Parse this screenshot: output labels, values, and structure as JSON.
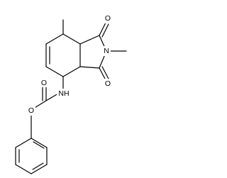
{
  "molecule": {
    "atoms": {
      "carbonyl_oxygen_top": "O",
      "imide_nitrogen": "N",
      "carbonyl_oxygen_bottom": "O",
      "carbamate_nitrogen": "NH",
      "carbamate_carbonyl_oxygen": "O",
      "carbamate_ester_oxygen": "O"
    }
  }
}
